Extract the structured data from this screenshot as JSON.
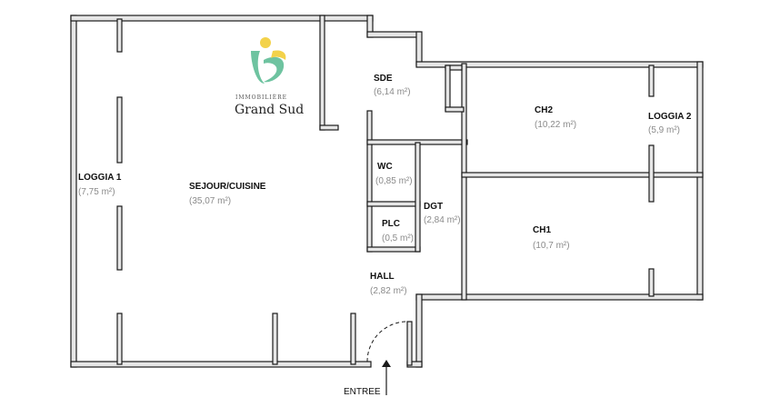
{
  "logo": {
    "subtitle": "IMMOBILIÈRE",
    "name": "Grand Sud",
    "colors": {
      "yellow": "#f3d24a",
      "green": "#6ec3a0"
    }
  },
  "rooms": [
    {
      "id": "loggia-1",
      "name": "LOGGIA 1",
      "area": "(7,75 m²)"
    },
    {
      "id": "sejour-cuisine",
      "name": "SEJOUR/CUISINE",
      "area": "(35,07 m²)"
    },
    {
      "id": "sde",
      "name": "SDE",
      "area": "(6,14 m²)"
    },
    {
      "id": "wc",
      "name": "WC",
      "area": "(0,85 m²)"
    },
    {
      "id": "plc",
      "name": "PLC",
      "area": "(0,5 m²)"
    },
    {
      "id": "dgt",
      "name": "DGT",
      "area": "(2,84 m²)"
    },
    {
      "id": "hall",
      "name": "HALL",
      "area": "(2,82 m²)"
    },
    {
      "id": "ch2",
      "name": "CH2",
      "area": "(10,22 m²)"
    },
    {
      "id": "ch1",
      "name": "CH1",
      "area": "(10,7 m²)"
    },
    {
      "id": "loggia-2",
      "name": "LOGGIA 2",
      "area": "(5,9 m²)"
    }
  ],
  "entrance": {
    "label": "ENTREE"
  },
  "colors": {
    "wall_fill": "#e6e6e6",
    "wall_stroke": "#1a1a1a",
    "text": "#111111",
    "area_text": "#8a8a8a"
  }
}
